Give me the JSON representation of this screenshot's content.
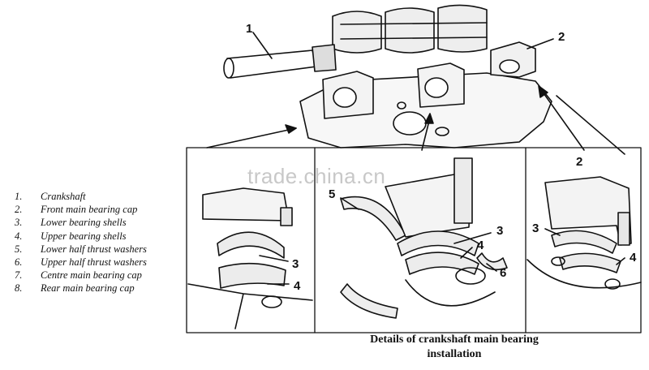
{
  "watermark": "trade.china.cn",
  "legend": [
    {
      "num": "1.",
      "text": "Crankshaft"
    },
    {
      "num": "2.",
      "text": "Front main bearing cap"
    },
    {
      "num": "3.",
      "text": "Lower bearing shells"
    },
    {
      "num": "4.",
      "text": "Upper bearing shells"
    },
    {
      "num": "5.",
      "text": "Lower half thrust washers"
    },
    {
      "num": "6.",
      "text": "Upper half thrust washers"
    },
    {
      "num": "7.",
      "text": "Centre main bearing cap"
    },
    {
      "num": "8.",
      "text": "Rear main bearing cap"
    }
  ],
  "callouts": {
    "top_crankshaft": "1",
    "top_front_cap": "2",
    "left_lower_shells": "3",
    "left_upper_shells": "4",
    "middle_thrust_lower": "5",
    "middle_lower_shells": "3",
    "middle_upper_shells": "4",
    "middle_thrust_upper": "6",
    "right_cap": "2",
    "right_lower_shells": "3",
    "right_upper_shells": "4"
  },
  "caption": {
    "line1": "Details of crankshaft main bearing",
    "line2": "installation"
  }
}
